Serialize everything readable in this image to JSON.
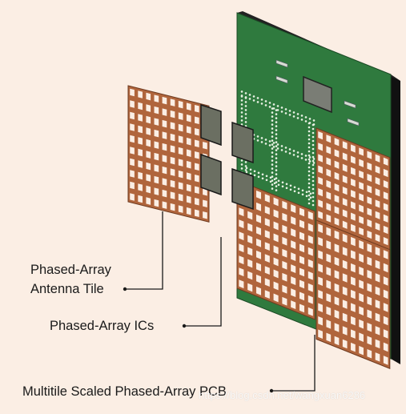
{
  "labels": {
    "antenna_tile_line1": "Phased-Array",
    "antenna_tile_line2": "Antenna Tile",
    "ics": "Phased-Array ICs",
    "pcb": "Multitile Scaled Phased-Array PCB"
  },
  "watermark": "https://blog.csdn.net/wangxuan6286",
  "colors": {
    "background": "#fbeee4",
    "pcb_green": "#2f7a3e",
    "pcb_edge": "#111111",
    "tile_copper": "#b0653c",
    "tile_cell": "#fbeee4",
    "ic_gray": "#6b6f62",
    "leader_line": "#1a1a1a"
  }
}
